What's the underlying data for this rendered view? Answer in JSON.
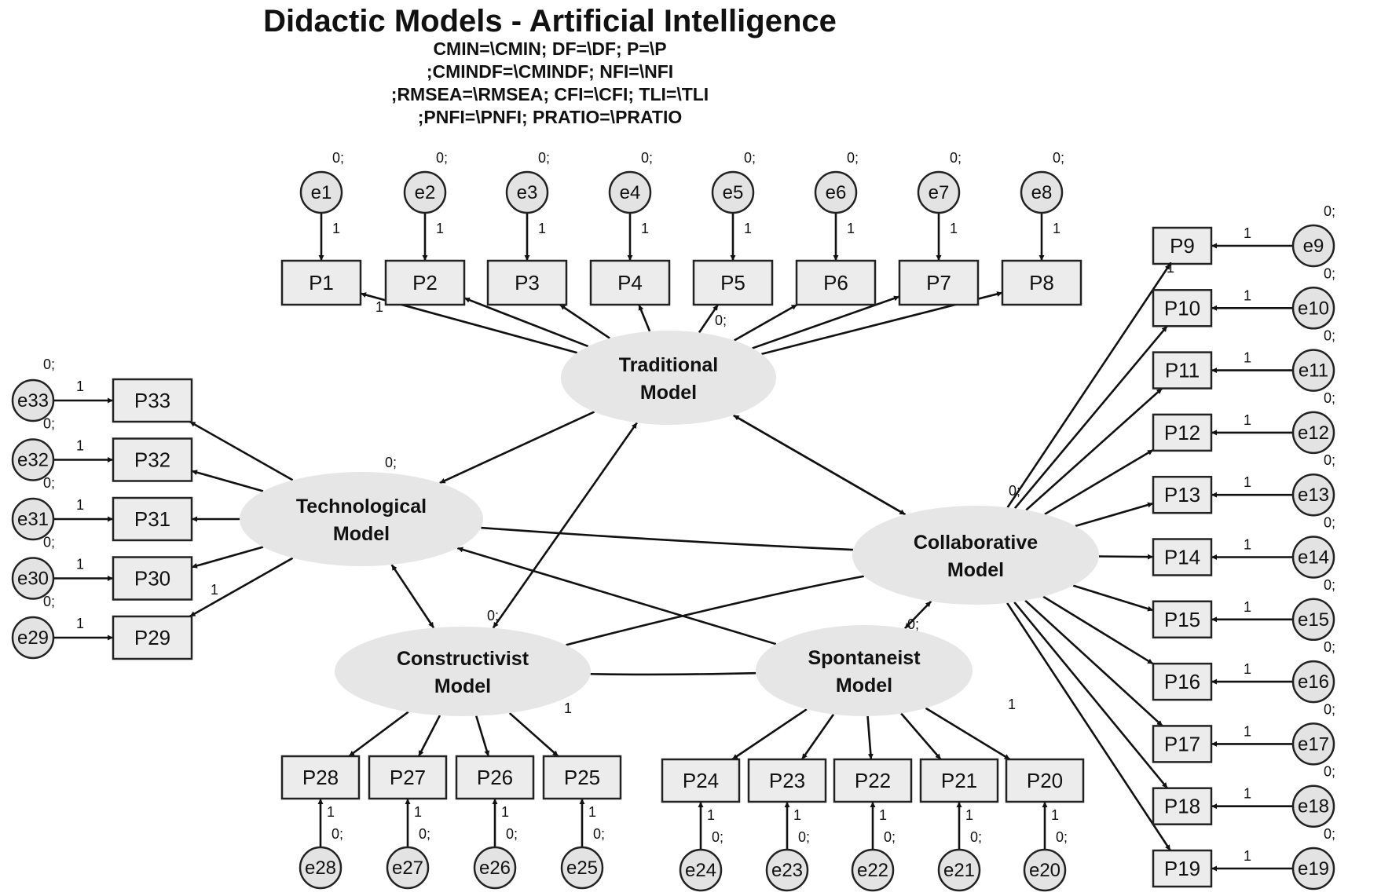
{
  "title": "Didactic Models - Artificial Intelligence",
  "fit_lines": [
    "CMIN=\\CMIN;   DF=\\DF;    P=\\P",
    ";CMINDF=\\CMINDF;  NFI=\\NFI",
    ";RMSEA=\\RMSEA;  CFI=\\CFI;    TLI=\\TLI",
    ";PNFI=\\PNFI;   PRATIO=\\PRATIO"
  ],
  "variance_label": "0;",
  "loading_label": "1",
  "latents": [
    {
      "id": "TM",
      "lines": [
        "Traditional",
        "Model"
      ]
    },
    {
      "id": "TEC",
      "lines": [
        "Technological",
        "Model"
      ]
    },
    {
      "id": "COL",
      "lines": [
        "Collaborative",
        "Model"
      ]
    },
    {
      "id": "CON",
      "lines": [
        "Constructivist",
        "Model"
      ]
    },
    {
      "id": "SPO",
      "lines": [
        "Spontaneist",
        "Model"
      ]
    }
  ],
  "items": {
    "traditional": [
      "P1",
      "P2",
      "P3",
      "P4",
      "P5",
      "P6",
      "P7",
      "P8"
    ],
    "collaborative": [
      "P9",
      "P10",
      "P11",
      "P12",
      "P13",
      "P14",
      "P15",
      "P16",
      "P17",
      "P18",
      "P19"
    ],
    "technological": [
      "P33",
      "P32",
      "P31",
      "P30",
      "P29"
    ],
    "constructivist": [
      "P28",
      "P27",
      "P26",
      "P25"
    ],
    "spontaneist": [
      "P24",
      "P23",
      "P22",
      "P21",
      "P20"
    ]
  },
  "errors": {
    "traditional": [
      "e1",
      "e2",
      "e3",
      "e4",
      "e5",
      "e6",
      "e7",
      "e8"
    ],
    "collaborative": [
      "e9",
      "e10",
      "e11",
      "e12",
      "e13",
      "e14",
      "e15",
      "e16",
      "e17",
      "e18",
      "e19"
    ],
    "technological": [
      "e33",
      "e32",
      "e31",
      "e30",
      "e29"
    ],
    "constructivist": [
      "e28",
      "e27",
      "e26",
      "e25"
    ],
    "spontaneist": [
      "e24",
      "e23",
      "e22",
      "e21",
      "e20"
    ]
  }
}
